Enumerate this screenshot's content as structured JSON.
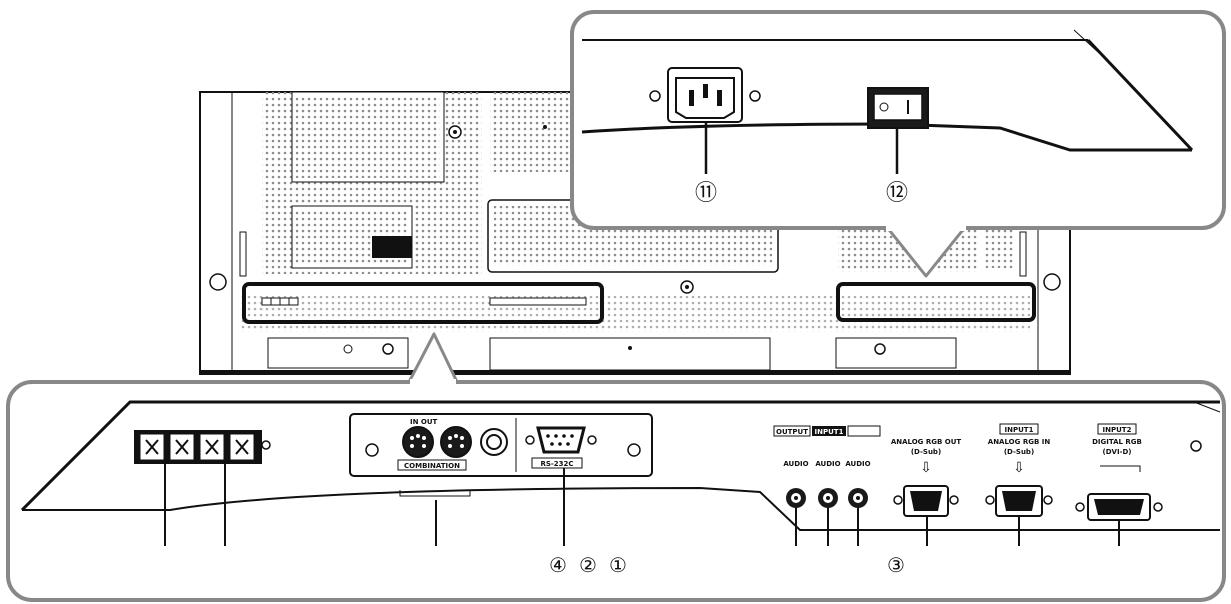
{
  "labels": {
    "in_out": "IN OUT",
    "combination": "COMBINATION",
    "rs232c": "RS-232C",
    "output": "OUTPUT",
    "input1_tab": "INPUT1",
    "audio_left": "AUDIO",
    "audio_mid": "AUDIO",
    "audio_right": "AUDIO",
    "analog_rgb_out": "ANALOG RGB OUT",
    "analog_rgb_out_sub": "(D-Sub)",
    "input1": "INPUT1",
    "analog_rgb_in": "ANALOG RGB IN",
    "analog_rgb_in_sub": "(D-Sub)",
    "input2": "INPUT2",
    "digital_rgb": "DIGITAL RGB",
    "digital_rgb_sub": "(DVI-D)"
  },
  "callouts": {
    "c11": "⑪",
    "c12": "⑫",
    "c4": "④",
    "c2": "②",
    "c1": "①",
    "c3": "③"
  },
  "colors": {
    "line": "#111111",
    "dots": "#9a9a9a",
    "panel": "#ffffff"
  },
  "icons": [
    "power-socket-icon",
    "power-switch-icon",
    "speaker-terminal-icon",
    "mini-din-connector-icon",
    "db9-serial-connector-icon",
    "rca-jack-icon",
    "dsub-connector-icon",
    "dvi-connector-icon",
    "screw-icon"
  ]
}
